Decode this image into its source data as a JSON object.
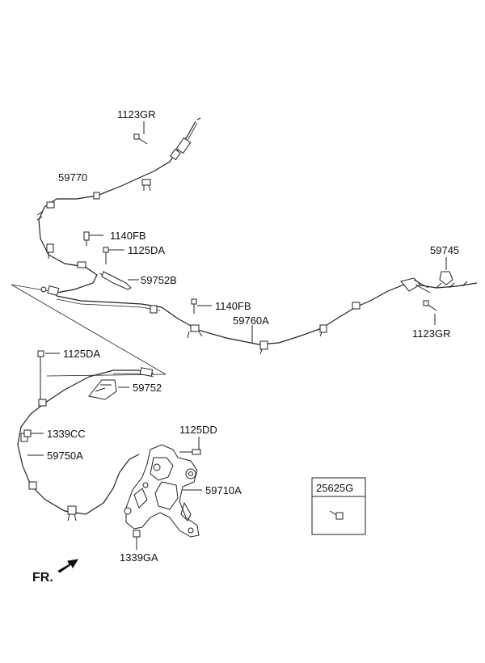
{
  "labels": {
    "l_1123gr_top": "1123GR",
    "l_59770": "59770",
    "l_1140fb_upper": "1140FB",
    "l_1125da_upper": "1125DA",
    "l_59752b": "59752B",
    "l_59745": "59745",
    "l_1140fb_mid": "1140FB",
    "l_59760a": "59760A",
    "l_1123gr_right": "1123GR",
    "l_1125da_lower": "1125DA",
    "l_59752": "59752",
    "l_1339cc": "1339CC",
    "l_1125dd": "1125DD",
    "l_59750a": "59750A",
    "l_59710a": "59710A",
    "l_1339ga": "1339GA",
    "l_25625g": "25625G",
    "fr": "FR."
  }
}
